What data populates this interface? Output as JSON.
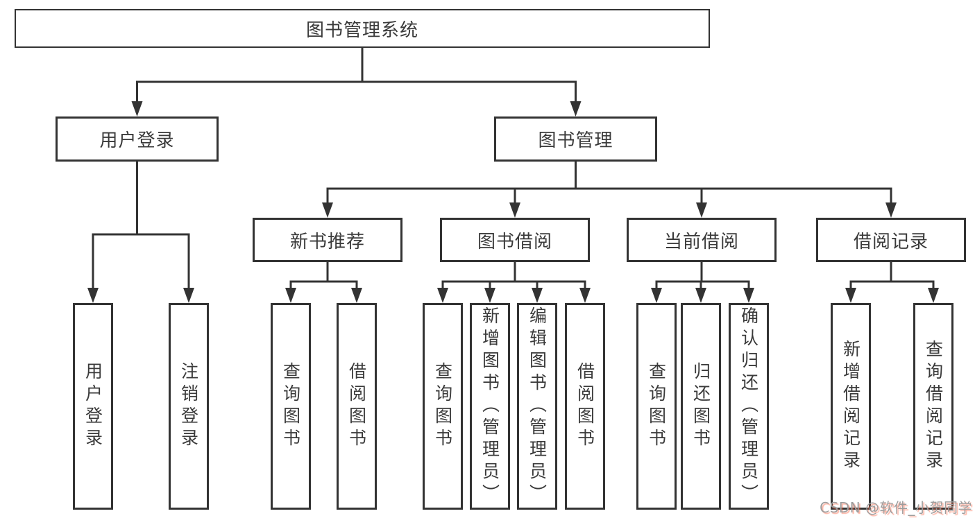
{
  "tree": {
    "root": {
      "label": "图书管理系统",
      "children": [
        {
          "label": "用户登录",
          "children": [
            {
              "label": "用户登录"
            },
            {
              "label": "注销登录"
            }
          ]
        },
        {
          "label": "图书管理",
          "children": [
            {
              "label": "新书推荐",
              "children": [
                {
                  "label": "查询图书"
                },
                {
                  "label": "借阅图书"
                }
              ]
            },
            {
              "label": "图书借阅",
              "children": [
                {
                  "label": "查询图书"
                },
                {
                  "label": "新增图书（管理员）"
                },
                {
                  "label": "编辑图书（管理员）"
                },
                {
                  "label": "借阅图书"
                }
              ]
            },
            {
              "label": "当前借阅",
              "children": [
                {
                  "label": "查询图书"
                },
                {
                  "label": "归还图书"
                },
                {
                  "label": "确认归还（管理员）"
                }
              ]
            },
            {
              "label": "借阅记录",
              "children": [
                {
                  "label": "新增借阅记录"
                },
                {
                  "label": "查询借阅记录"
                }
              ]
            }
          ]
        }
      ]
    }
  },
  "watermark": {
    "text": "CSDN @软件_小贺同学"
  },
  "colors": {
    "line": "#333333",
    "text": "#3a3a3a",
    "background": "#ffffff",
    "watermark_gray": "#9e9e9e",
    "watermark_red": "#fc5531"
  }
}
